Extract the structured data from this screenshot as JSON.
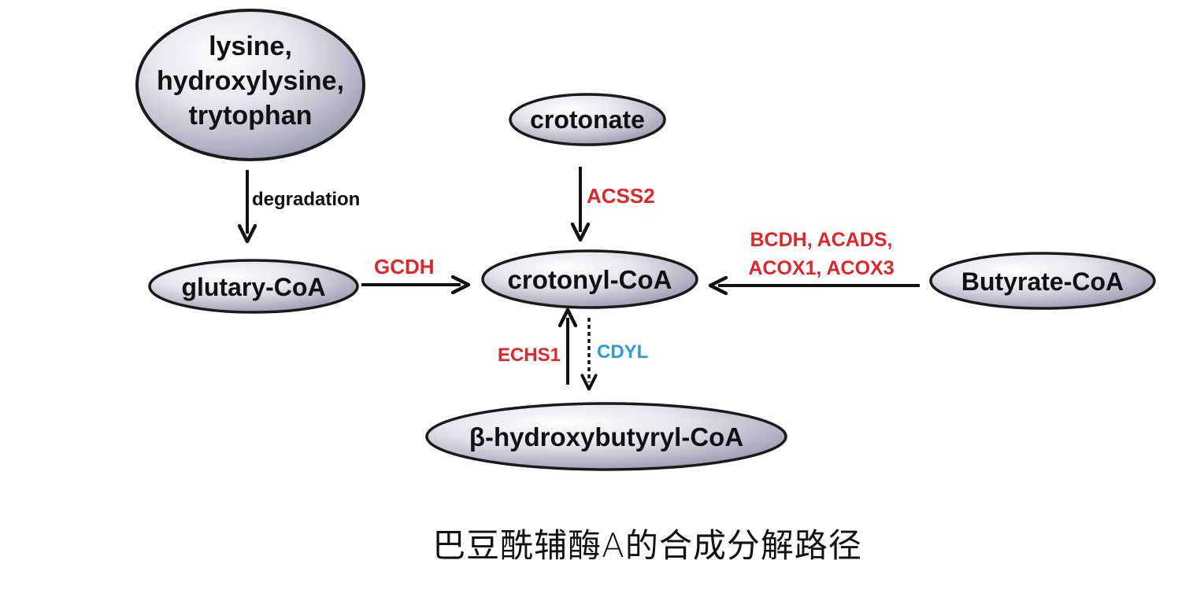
{
  "nodes": {
    "amino_acids": [
      "lysine,",
      "hydroxylysine,",
      "trytophan"
    ],
    "crotonate": "crotonate",
    "glutaryl_coa": "glutary-CoA",
    "crotonyl_coa": "crotonyl-CoA",
    "butyrate_coa": "Butyrate-CoA",
    "hydroxybutyryl_coa": "β-hydroxybutyryl-CoA"
  },
  "edges": {
    "degradation": "degradation",
    "acss2": "ACSS2",
    "gcdh": "GCDH",
    "butyrate_enzymes": [
      "BCDH, ACADS,",
      "ACOX1, ACOX3"
    ],
    "echs1": "ECHS1",
    "cdyl": "CDYL"
  },
  "colors": {
    "enzyme_red": "#e0262b",
    "enzyme_blue": "#2e9bd6",
    "node_fill_light": "#f4f4f8",
    "node_fill_dark": "#9a9ab0",
    "arrow": "#111111"
  },
  "caption": "巴豆酰辅酶A的合成分解路径"
}
